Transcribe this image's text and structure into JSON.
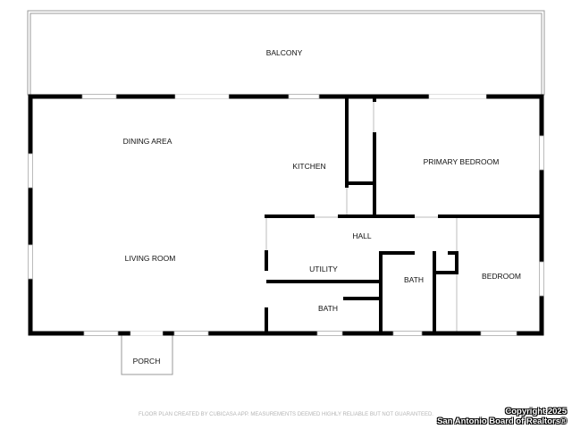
{
  "rooms": {
    "balcony": "BALCONY",
    "dining_area": "DINING AREA",
    "kitchen": "KITCHEN",
    "primary_bedroom": "PRIMARY BEDROOM",
    "hall": "HALL",
    "living_room": "LIVING ROOM",
    "utility": "UTILITY",
    "bath_1": "BATH",
    "bath_2": "BATH",
    "bedroom": "BEDROOM",
    "porch": "PORCH"
  },
  "footer": {
    "disclaimer": "FLOOR PLAN CREATED BY CUBICASA APP. MEASUREMENTS DEEMED HIGHLY RELIABLE BUT NOT GUARANTEED.",
    "copyright_line1": "Copyright 2025",
    "copyright_line2": "San Antonio Board of Realtors®"
  },
  "colors": {
    "wall": "#000000",
    "outline": "#9a9a9a",
    "window": "#aaaaaa",
    "background": "#ffffff"
  }
}
